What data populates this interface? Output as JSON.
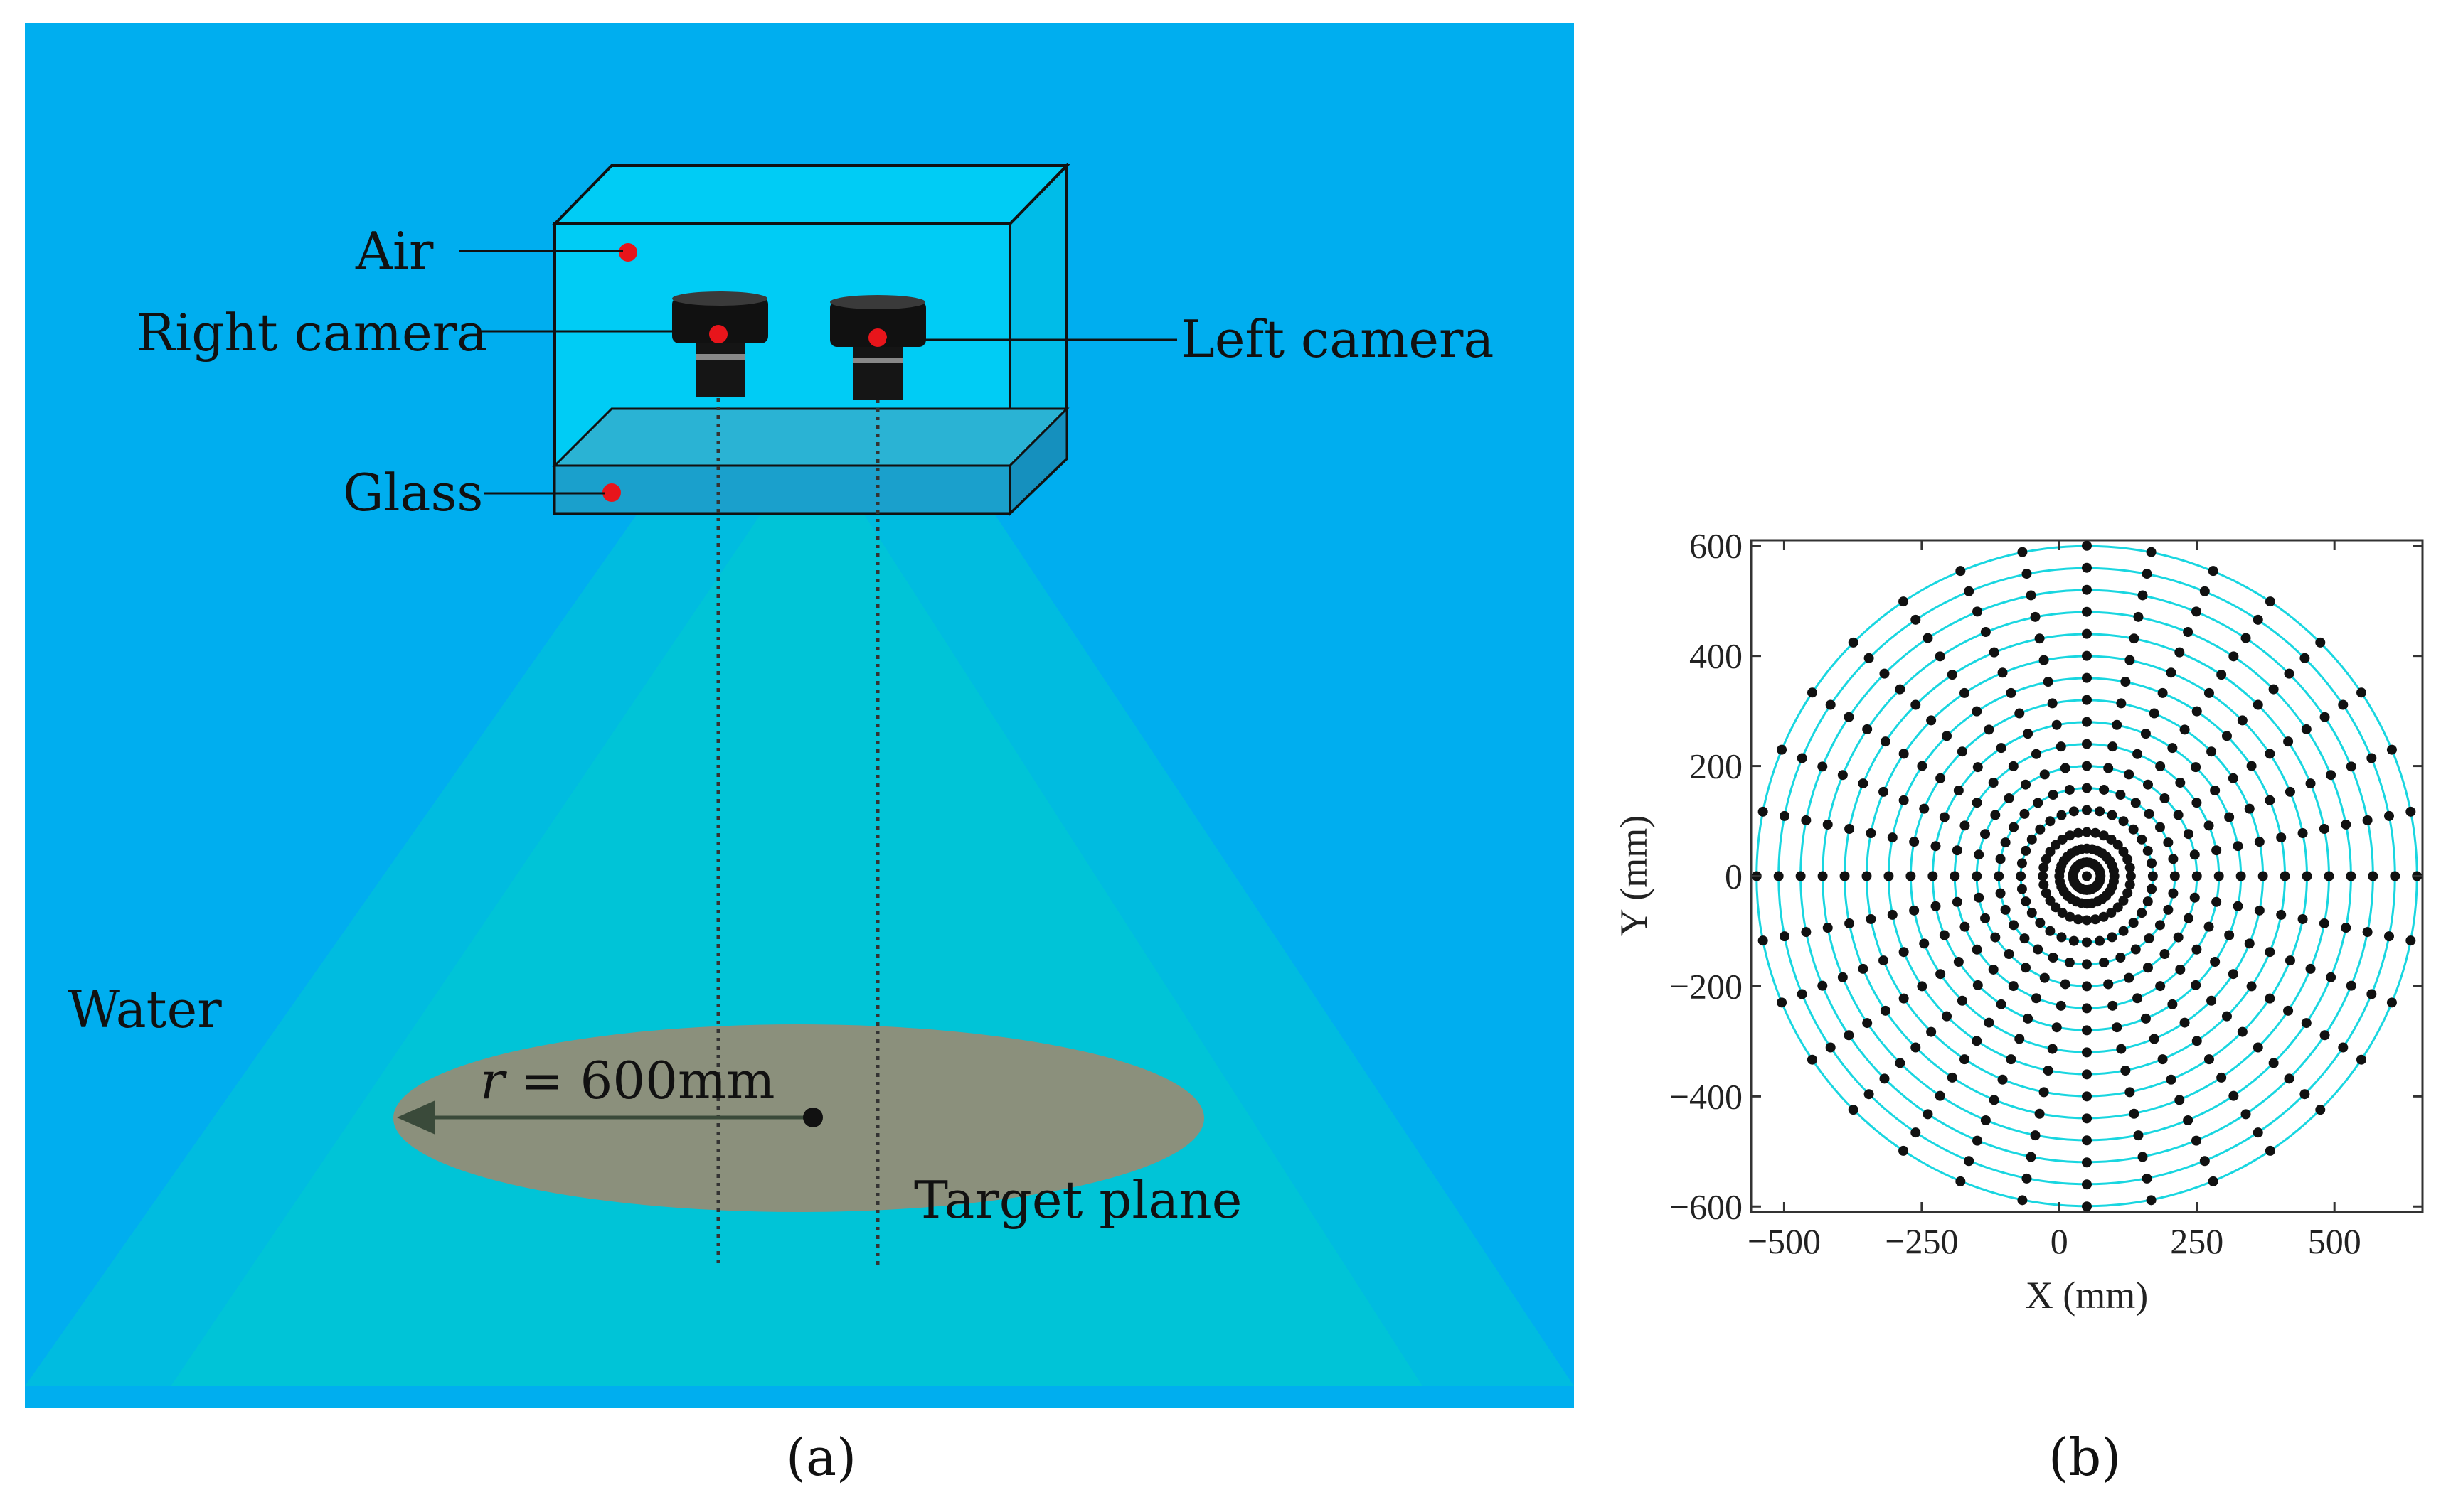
{
  "panel_a": {
    "label": "(a)",
    "labels": {
      "air": "Air",
      "right_camera": "Right camera",
      "left_camera": "Left camera",
      "glass": "Glass",
      "water": "Water",
      "radius_var": "r",
      "radius_rest": " = 600mm",
      "target_plane": "Target plane"
    },
    "colors": {
      "water": "#00AEEF",
      "housing": "#00CCF5",
      "glass": "#1AA0CC",
      "fov": "#00D0CA",
      "target": "#8B907C",
      "marker": "#E8151B"
    }
  },
  "panel_b": {
    "label": "(b)",
    "colors": {
      "rings": "#19D6E0",
      "points": "#111111"
    }
  },
  "chart_data": {
    "type": "scatter",
    "xlabel": "X (mm)",
    "ylabel": "Y (mm)",
    "xlim": [
      -560,
      660
    ],
    "ylim": [
      -610,
      610
    ],
    "xticks": [
      -500,
      -250,
      0,
      250,
      500
    ],
    "xtick_labels": [
      "−500",
      "−250",
      "0",
      "250",
      "500"
    ],
    "yticks": [
      -600,
      -400,
      -200,
      0,
      200,
      400,
      600
    ],
    "ytick_labels": [
      "−600",
      "−400",
      "−200",
      "0",
      "200",
      "400",
      "600"
    ],
    "center": [
      50,
      0
    ],
    "rings": [
      {
        "r": 600,
        "n": 32
      },
      {
        "r": 560,
        "n": 32
      },
      {
        "r": 520,
        "n": 32
      },
      {
        "r": 480,
        "n": 32
      },
      {
        "r": 440,
        "n": 32
      },
      {
        "r": 400,
        "n": 32
      },
      {
        "r": 360,
        "n": 32
      },
      {
        "r": 320,
        "n": 32
      },
      {
        "r": 280,
        "n": 32
      },
      {
        "r": 240,
        "n": 32
      },
      {
        "r": 200,
        "n": 32
      },
      {
        "r": 160,
        "n": 32
      },
      {
        "r": 120,
        "n": 32
      },
      {
        "r": 80,
        "n": 32
      },
      {
        "r": 50,
        "n": 32
      },
      {
        "r": 25,
        "n": 32
      }
    ],
    "center_point": [
      50,
      0
    ],
    "grid": false,
    "legend": "none"
  }
}
